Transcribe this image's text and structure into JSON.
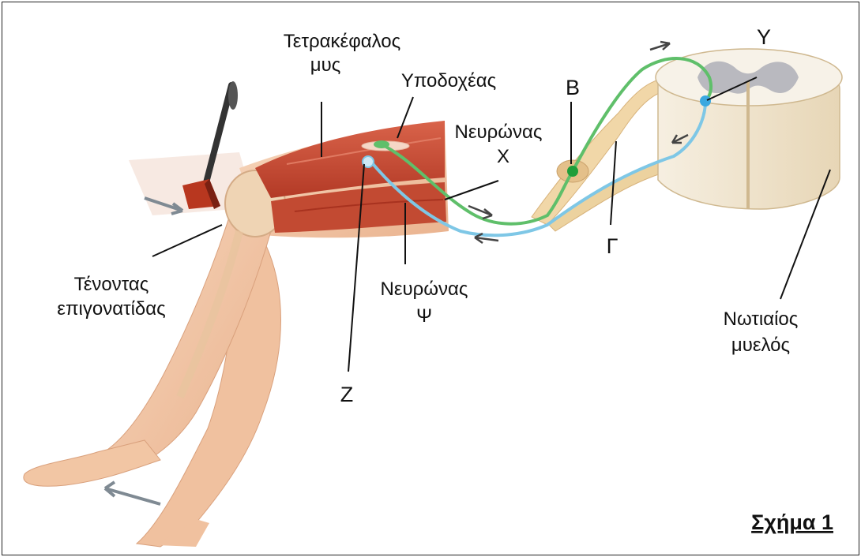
{
  "labels": {
    "quadriceps_line1": "Τετρακέφαλος",
    "quadriceps_line2": "μυς",
    "receptor": "Υποδοχέας",
    "neuron_x_line1": "Νευρώνας",
    "neuron_x_line2": "X",
    "neuron_psi_line1": "Νευρώνας",
    "neuron_psi_line2": "Ψ",
    "tendon_line1": "Τένοντας",
    "tendon_line2": "επιγονατίδας",
    "spinal_cord_line1": "Νωτιαίος",
    "spinal_cord_line2": "μυελός",
    "b": "Β",
    "gamma": "Γ",
    "y": "Υ",
    "z": "Ζ"
  },
  "caption": "Σχήμα 1",
  "colors": {
    "skin": "#f2c6a4",
    "muscle": "#c8452e",
    "afferent": "#5fbf6a",
    "efferent": "#7ec7e6",
    "cord_white": "#f4ecdc",
    "cord_gray": "#bdbdc2"
  }
}
